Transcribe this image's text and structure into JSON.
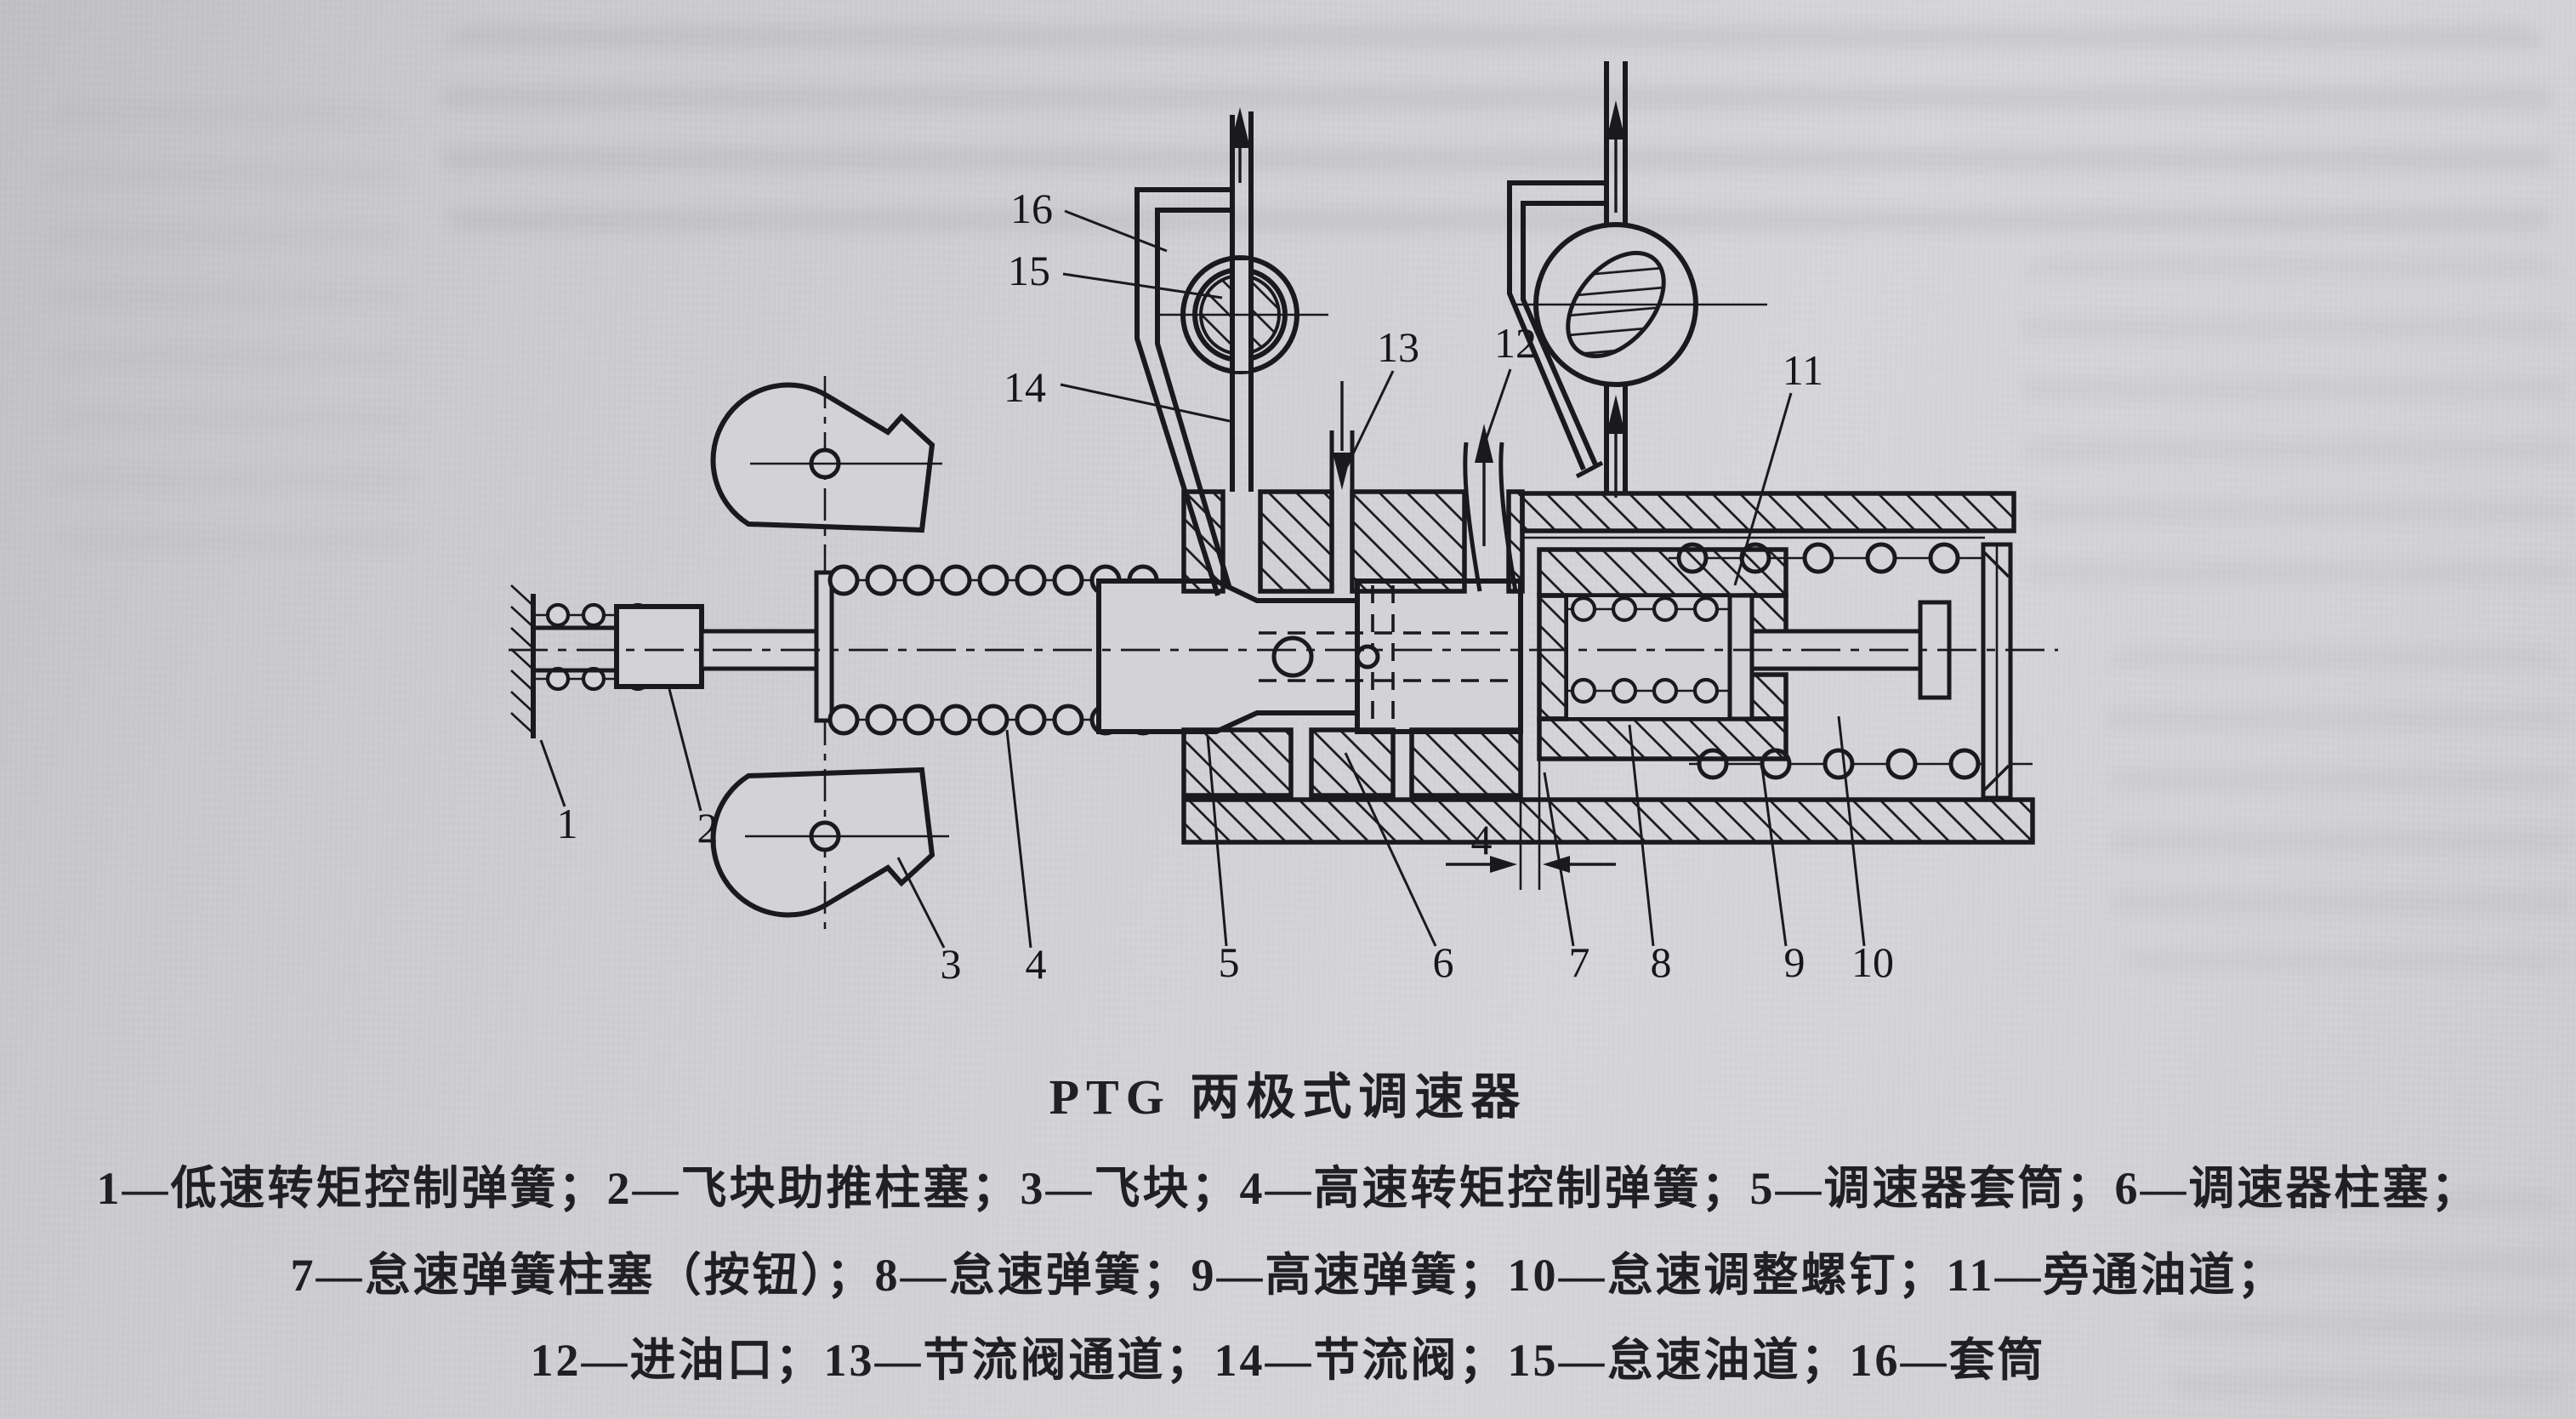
{
  "document": {
    "figure_title": "PTG 两极式调速器",
    "caption": {
      "line1": "1—低速转矩控制弹簧；2—飞块助推柱塞；3—飞块；4—高速转矩控制弹簧；5—调速器套筒；6—调速器柱塞；",
      "line2": "7—怠速弹簧柱塞（按钮）；8—怠速弹簧；9—高速弹簧；10—怠速调整螺钉；11—旁通油道；",
      "line3": "12—进油口；13—节流阀通道；14—节流阀；15—怠速油道；16—套筒"
    },
    "parts": [
      {
        "num": "1",
        "name": "低速转矩控制弹簧"
      },
      {
        "num": "2",
        "name": "飞块助推柱塞"
      },
      {
        "num": "3",
        "name": "飞块"
      },
      {
        "num": "4",
        "name": "高速转矩控制弹簧"
      },
      {
        "num": "5",
        "name": "调速器套筒"
      },
      {
        "num": "6",
        "name": "调速器柱塞"
      },
      {
        "num": "7",
        "name": "怠速弹簧柱塞（按钮）"
      },
      {
        "num": "8",
        "name": "怠速弹簧"
      },
      {
        "num": "9",
        "name": "高速弹簧"
      },
      {
        "num": "10",
        "name": "怠速调整螺钉"
      },
      {
        "num": "11",
        "name": "旁通油道"
      },
      {
        "num": "12",
        "name": "进油口"
      },
      {
        "num": "13",
        "name": "节流阀通道"
      },
      {
        "num": "14",
        "name": "节流阀"
      },
      {
        "num": "15",
        "name": "怠速油道"
      },
      {
        "num": "16",
        "name": "套筒"
      }
    ],
    "callouts": {
      "c1": "1",
      "c2": "2",
      "c3": "3",
      "c4": "4",
      "c5": "5",
      "c6": "6",
      "c7": "7",
      "c8": "8",
      "c9": "9",
      "c10": "10",
      "c11": "11",
      "c12": "12",
      "c13": "13",
      "c14": "14",
      "c15": "15",
      "c16": "16"
    },
    "dimension": {
      "gap": "4"
    },
    "colors": {
      "paper": "#d2d2d5",
      "ink": "#1a1a1e"
    }
  }
}
